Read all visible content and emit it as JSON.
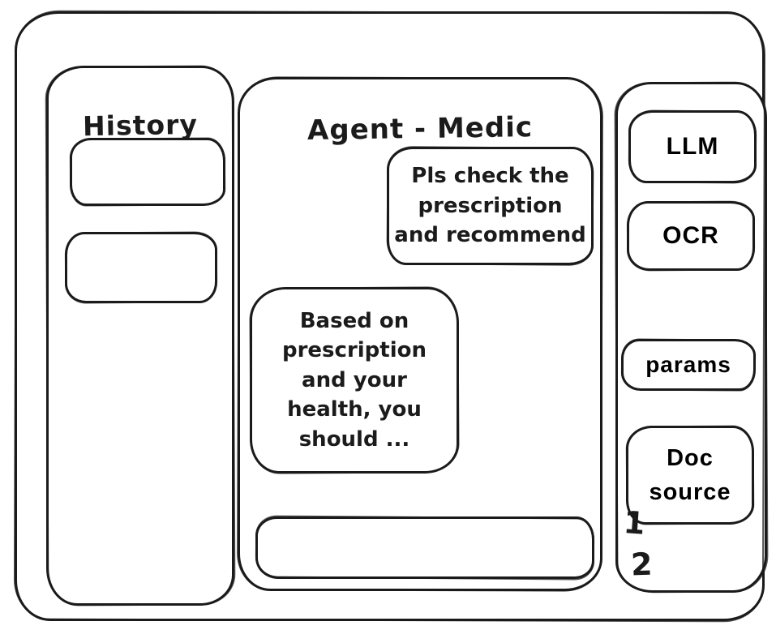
{
  "sidebar": {
    "title": "History",
    "items": [
      "",
      ""
    ]
  },
  "chat": {
    "title": "Agent - Medic",
    "messages": [
      {
        "role": "user",
        "text": "Pls check the\nprescription\nand recommend"
      },
      {
        "role": "assistant",
        "text": "Based on\nprescription\nand your\nhealth, you\nshould ..."
      }
    ],
    "input": {
      "value": ""
    }
  },
  "tools": {
    "buttons": [
      {
        "label": "LLM"
      },
      {
        "label": "OCR"
      },
      {
        "label": "params"
      },
      {
        "label": "Doc\nsource"
      }
    ],
    "annotations": [
      "1",
      "2"
    ]
  },
  "colors": {
    "ink": "#1b1b1b",
    "background": "#ffffff"
  }
}
